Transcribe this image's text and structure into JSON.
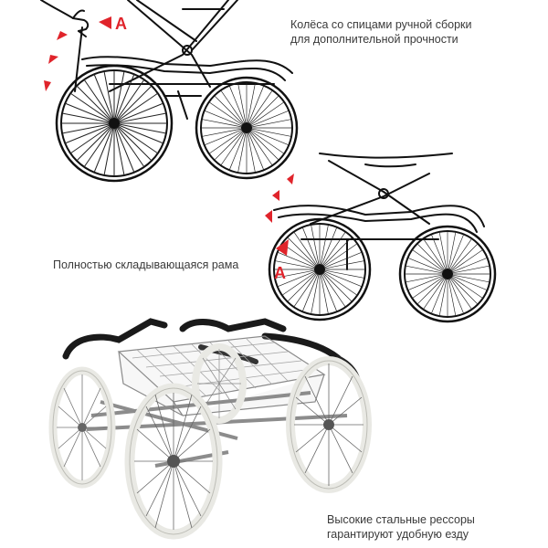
{
  "captions": {
    "spokes_line1": "Колёса со спицами ручной сборки",
    "spokes_line2": "для дополнительной прочности",
    "frame": "Полностью складывающаяся рама",
    "springs_line1": "Высокие стальные рессоры",
    "springs_line2": "гарантируют удобную езду"
  },
  "markers": {
    "top_label": "A",
    "middle_label": "A"
  },
  "colors": {
    "accent": "#e0242b",
    "line": "#111111",
    "tire": "#f2f2f0",
    "chrome": "#9a9a9a"
  },
  "icons": {
    "hand": "hand-icon",
    "arrow": "arrow-icon"
  }
}
